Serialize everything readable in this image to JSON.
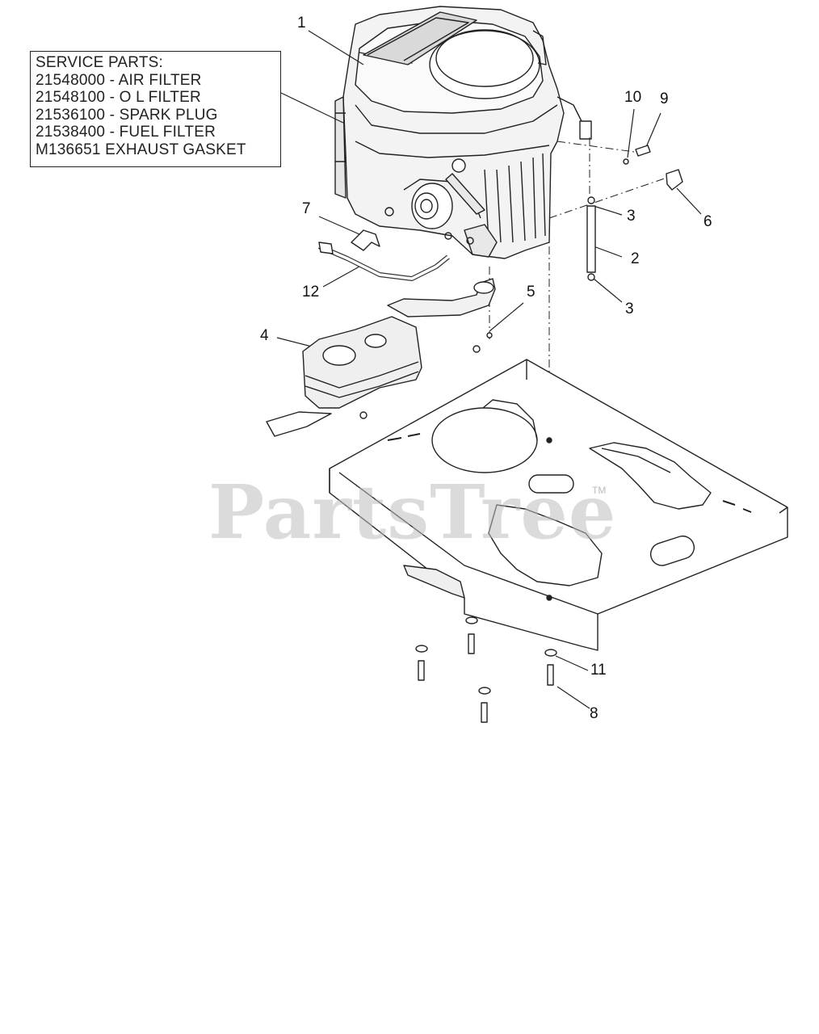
{
  "service_parts": {
    "heading": "SERVICE PARTS:",
    "lines": [
      "21548000 - AIR FILTER",
      "21548100 - O L FILTER",
      "21536100 - SPARK PLUG",
      "21538400 - FUEL FILTER",
      "M136651   EXHAUST GASKET"
    ]
  },
  "callouts": {
    "c1": "1",
    "c2": "2",
    "c3a": "3",
    "c3b": "3",
    "c4": "4",
    "c5": "5",
    "c6": "6",
    "c7": "7",
    "c8": "8",
    "c9": "9",
    "c10": "10",
    "c11": "11",
    "c12": "12"
  },
  "watermark": {
    "text": "PartsTree",
    "tm": "TM"
  }
}
